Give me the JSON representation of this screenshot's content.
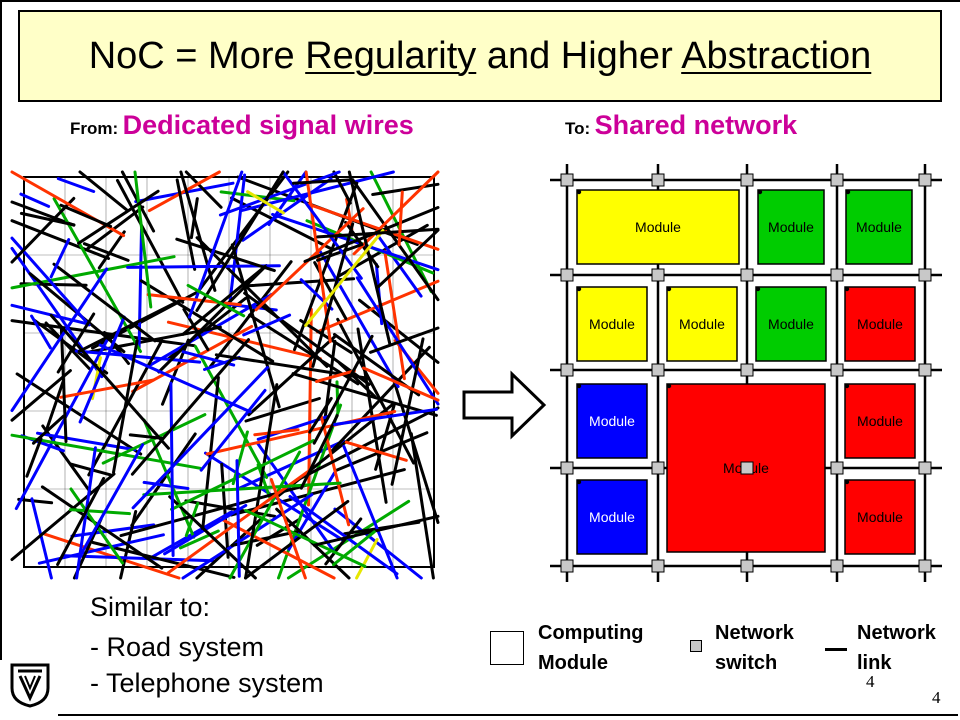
{
  "title": {
    "part1": "NoC = More ",
    "underline1": "Regularity",
    "part2": " and Higher ",
    "underline2": "Abstraction"
  },
  "from": {
    "label": "From:",
    "text": "Dedicated signal wires"
  },
  "to": {
    "label": "To:",
    "text": "Shared network"
  },
  "network": {
    "module_label": "Module",
    "colors": {
      "yellow": "#ffff00",
      "green": "#00cc00",
      "red": "#ff0000",
      "blue": "#0000ff",
      "switch": "#c8c8c8"
    }
  },
  "wire_colors": [
    "#000000",
    "#0000ff",
    "#ff3300",
    "#00aa00",
    "#e6e600"
  ],
  "similar": {
    "heading": "Similar to:",
    "items": [
      "- Road system",
      "- Telephone system"
    ]
  },
  "legend": {
    "module_line1": "Computing",
    "module_line2": "Module",
    "switch_line1": "Network",
    "switch_line2": "switch",
    "link_line1": "Network",
    "link_line2": "link"
  },
  "page_numbers": {
    "inner": "4",
    "outer": "4"
  }
}
